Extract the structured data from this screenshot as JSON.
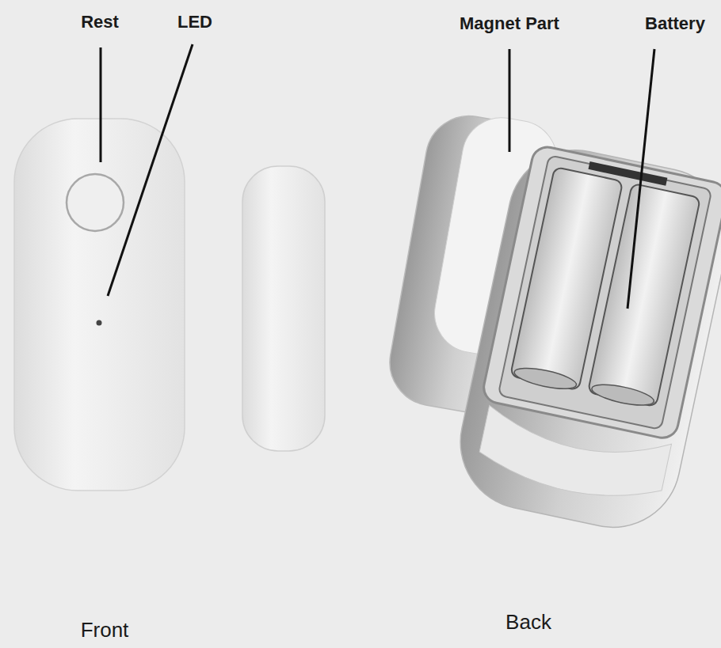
{
  "diagram": {
    "labels": [
      "Rest",
      "LED",
      "Magnet Part",
      "Battery",
      "Front",
      "Back"
    ]
  }
}
